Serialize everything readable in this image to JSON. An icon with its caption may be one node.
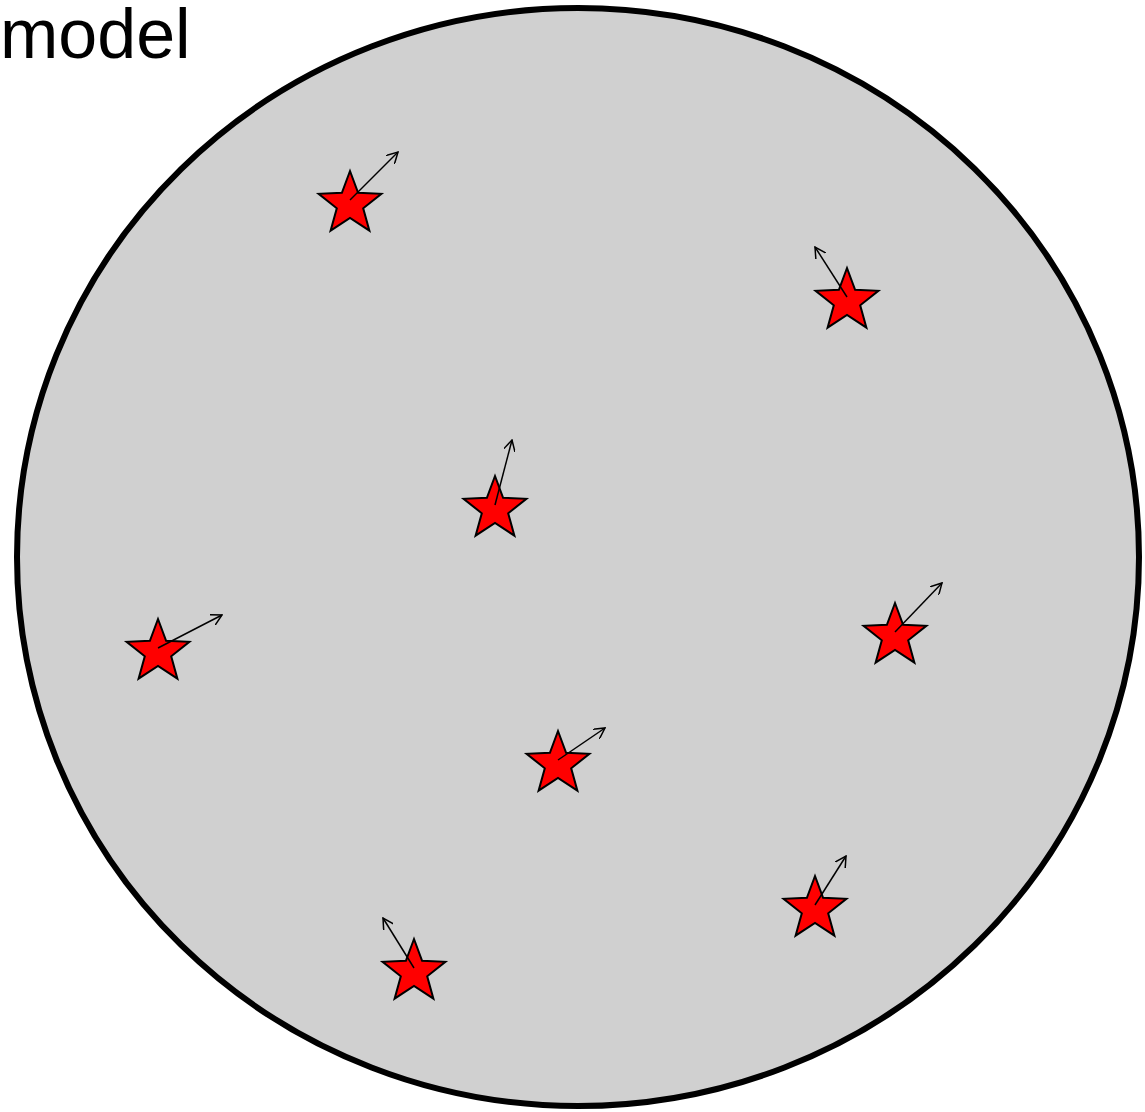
{
  "diagram": {
    "nodes": [
      {
        "text": [],
        "shape": "circle"
      },
      {
        "text": [],
        "shape": "star",
        "in": 0
      },
      {
        "text": [],
        "shape": "star",
        "in": 0
      },
      {
        "text": [],
        "shape": "star",
        "in": 0
      },
      {
        "text": [],
        "shape": "star",
        "in": 0
      },
      {
        "text": [],
        "shape": "star",
        "in": 0
      },
      {
        "text": [],
        "shape": "star",
        "in": 0
      },
      {
        "text": [],
        "shape": "star",
        "in": 0
      },
      {
        "text": [],
        "shape": "star",
        "in": 0
      }
    ],
    "labels": [
      "model"
    ]
  }
}
